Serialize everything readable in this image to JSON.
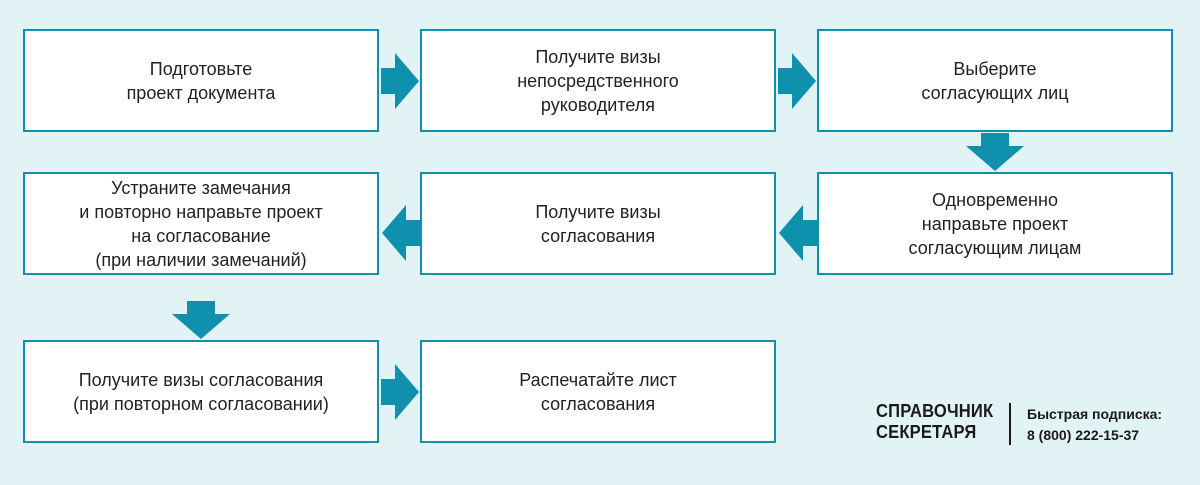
{
  "diagram": {
    "steps": [
      {
        "id": "step-1",
        "text": "Подготовьте\nпроект документа"
      },
      {
        "id": "step-2",
        "text": "Получите визы\nнепосредственного\nруководителя"
      },
      {
        "id": "step-3",
        "text": "Выберите\nсогласующих лиц"
      },
      {
        "id": "step-4",
        "text": "Одновременно\nнаправьте проект\nсогласующим лицам"
      },
      {
        "id": "step-5",
        "text": "Получите визы\nсогласования"
      },
      {
        "id": "step-6",
        "text": "Устраните замечания\nи повторно направьте проект\nна согласование\n(при наличии замечаний)"
      },
      {
        "id": "step-7",
        "text": "Получите визы согласования\n(при повторном согласовании)"
      },
      {
        "id": "step-8",
        "text": "Распечатайте лист\nсогласования"
      }
    ]
  },
  "brand": {
    "name_line1": "СПРАВОЧНИК",
    "name_line2": "СЕКРЕТАРЯ",
    "subscription_label": "Быстрая подписка:",
    "phone": "8 (800) 222-15-37"
  },
  "colors": {
    "background": "#e2f3f5",
    "border": "#0f90ad",
    "arrow": "#0f90ad"
  }
}
